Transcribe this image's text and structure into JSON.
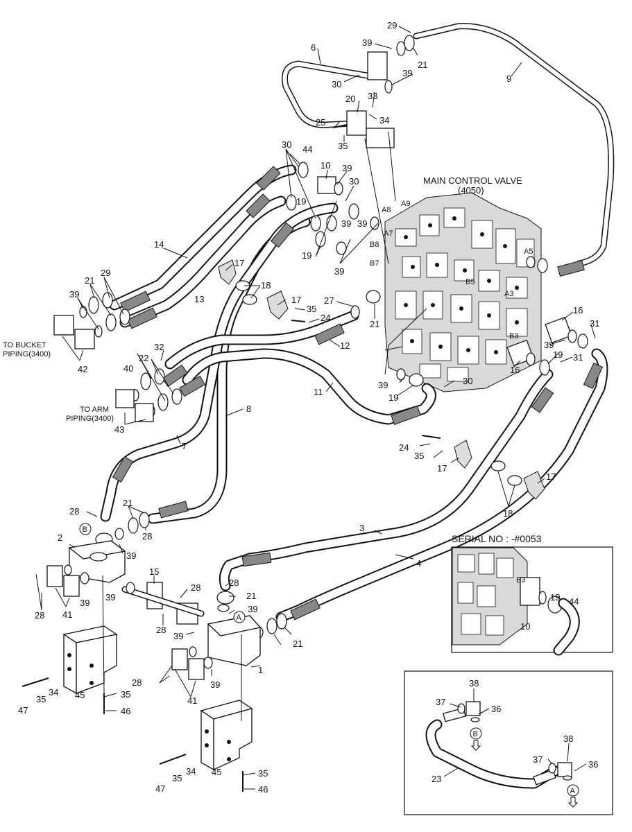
{
  "diagram": {
    "main_valve_title": "MAIN CONTROL VALVE",
    "main_valve_code": "(4050)",
    "port_labels": [
      "A9",
      "A8",
      "A7",
      "B8",
      "B7",
      "A5",
      "B5",
      "A3",
      "B3"
    ],
    "to_bucket_line1": "TO BUCKET",
    "to_bucket_line2": "PIPING(3400)",
    "to_arm_line1": "TO ARM",
    "to_arm_line2": "PIPING(3400)",
    "serial_note": "SERIAL NO : -#0053",
    "inset_port": "B3",
    "inset_parts": [
      "10",
      "19",
      "44"
    ],
    "circle_markers": {
      "a": "A",
      "b": "B"
    },
    "bottom_inset_parts": [
      "38",
      "37",
      "36",
      "23",
      "38",
      "37",
      "36"
    ],
    "part_numbers": [
      "29",
      "39",
      "21",
      "6",
      "39",
      "30",
      "33",
      "20",
      "34",
      "25",
      "35",
      "9",
      "44",
      "10",
      "39",
      "30",
      "19",
      "30",
      "39",
      "39",
      "19",
      "39",
      "14",
      "29",
      "21",
      "39",
      "17",
      "18",
      "17",
      "35",
      "24",
      "27",
      "21",
      "13",
      "12",
      "16",
      "31",
      "39",
      "19",
      "31",
      "16",
      "42",
      "40",
      "22",
      "32",
      "43",
      "11",
      "39",
      "19",
      "30",
      "8",
      "7",
      "24",
      "35",
      "17",
      "17",
      "18",
      "28",
      "21",
      "28",
      "3",
      "2",
      "39",
      "4",
      "15",
      "28",
      "28",
      "21",
      "39",
      "28",
      "41",
      "39",
      "39",
      "21",
      "28",
      "39",
      "1",
      "45",
      "34",
      "35",
      "47",
      "41",
      "35",
      "46",
      "39",
      "28",
      "45",
      "34",
      "35",
      "47",
      "35",
      "46"
    ]
  }
}
